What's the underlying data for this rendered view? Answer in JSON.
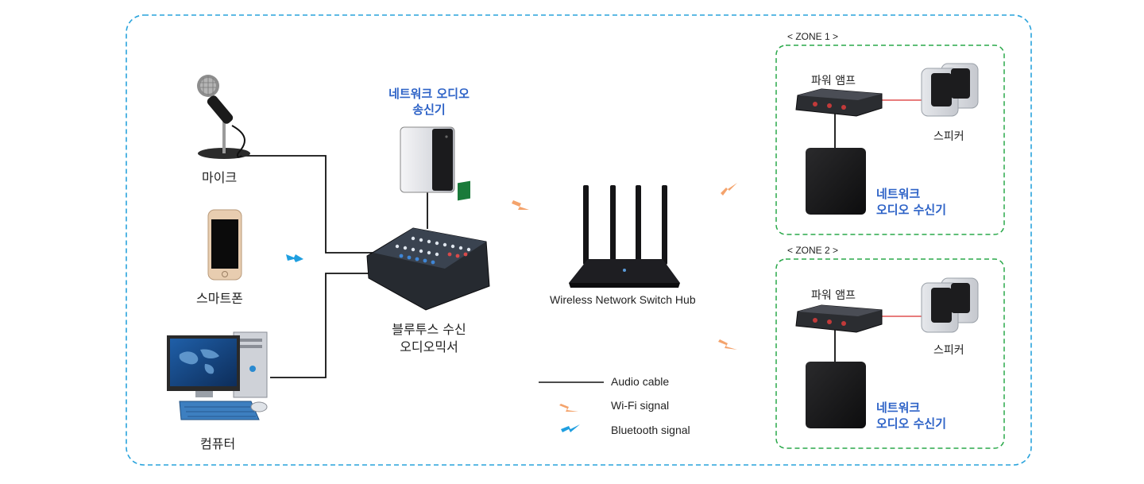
{
  "labels": {
    "microphone": "마이크",
    "smartphone": "스마트폰",
    "computer": "컴퓨터",
    "transmitter_line1": "네트워크 오디오",
    "transmitter_line2": "송신기",
    "mixer_line1": "블루투스 수신",
    "mixer_line2": "오디오믹서",
    "hub": "Wireless Network Switch Hub"
  },
  "zones": [
    {
      "title": "< ZONE 1 >",
      "amp": "파워 앰프",
      "speaker": "스피커",
      "receiver_line1": "네트워크",
      "receiver_line2": "오디오 수신기"
    },
    {
      "title": "< ZONE 2 >",
      "amp": "파워 앰프",
      "speaker": "스피커",
      "receiver_line1": "네트워크",
      "receiver_line2": "오디오 수신기"
    }
  ],
  "legend": {
    "audio_cable": "Audio cable",
    "wifi": "Wi-Fi signal",
    "bluetooth": "Bluetooth signal"
  },
  "colors": {
    "outer_border": "#29a3dc",
    "zone_border": "#2aa84a",
    "wifi": "#f4a36c",
    "bluetooth": "#1f9fe0",
    "speaker_cable": "#e05050",
    "highlight_text": "#2e63c7"
  }
}
